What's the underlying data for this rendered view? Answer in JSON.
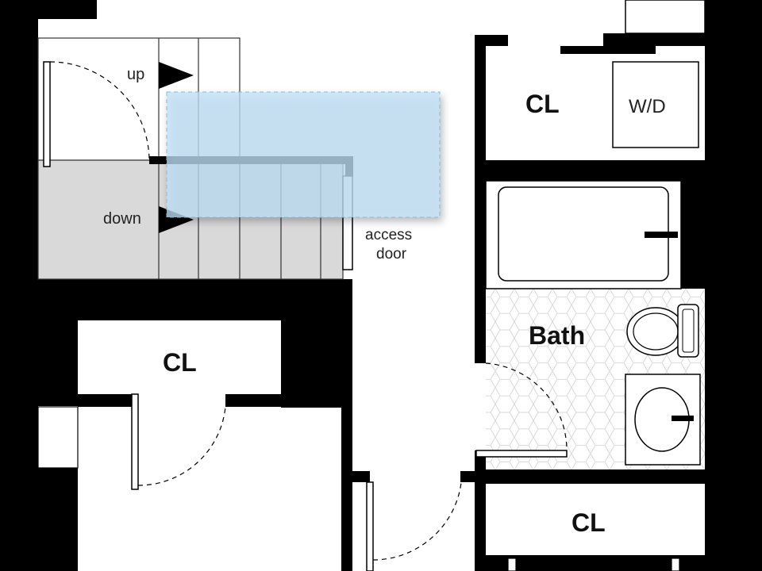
{
  "labels": {
    "stair_up": "up",
    "stair_down": "down",
    "access_door_line1": "access",
    "access_door_line2": "door",
    "closet_top_right": "CL",
    "washer_dryer": "W/D",
    "bath": "Bath",
    "closet_left": "CL",
    "closet_bottom_right": "CL"
  },
  "colors": {
    "wall": "#000000",
    "stair_down_fill": "#d9d9d9",
    "highlight_fill": "#bfe0f7",
    "highlight_stroke": "#8ab8d8",
    "tile_line": "#d8d8d8"
  },
  "icons": [
    "triangle-arrow-icon",
    "bathtub-icon",
    "toilet-icon",
    "sink-icon",
    "washer-dryer-icon"
  ]
}
